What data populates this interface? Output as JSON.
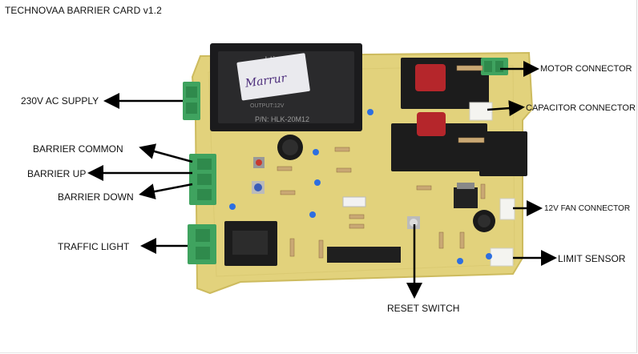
{
  "title": "TECHNOVAA BARRIER CARD  v1.2",
  "module": {
    "brand": "Hi-Link",
    "output": "OUTPUT:12V",
    "pn": "P/N: HLK-20M12",
    "sticker": "Marrur"
  },
  "labels": {
    "ac_supply": "230V  AC SUPPLY",
    "barrier_common": "BARRIER COMMON",
    "barrier_up": "BARRIER UP",
    "barrier_down": "BARRIER DOWN",
    "traffic_light": "TRAFFIC LIGHT",
    "reset_switch": "RESET SWITCH",
    "motor_connector": "MOTOR CONNECTOR",
    "capacitor_connector": "CAPACITOR CONNECTOR",
    "fan_connector": "12V FAN CONNECTOR",
    "limit_sensor": "LIMIT SENSOR"
  },
  "colors": {
    "pcb": "#e2d27c",
    "pcb_edge": "#cdbb5e",
    "terminal_green": "#3fa35f",
    "relay_black": "#1c1c1c",
    "capacitor_red": "#b5262b",
    "arrow": "#000000"
  }
}
